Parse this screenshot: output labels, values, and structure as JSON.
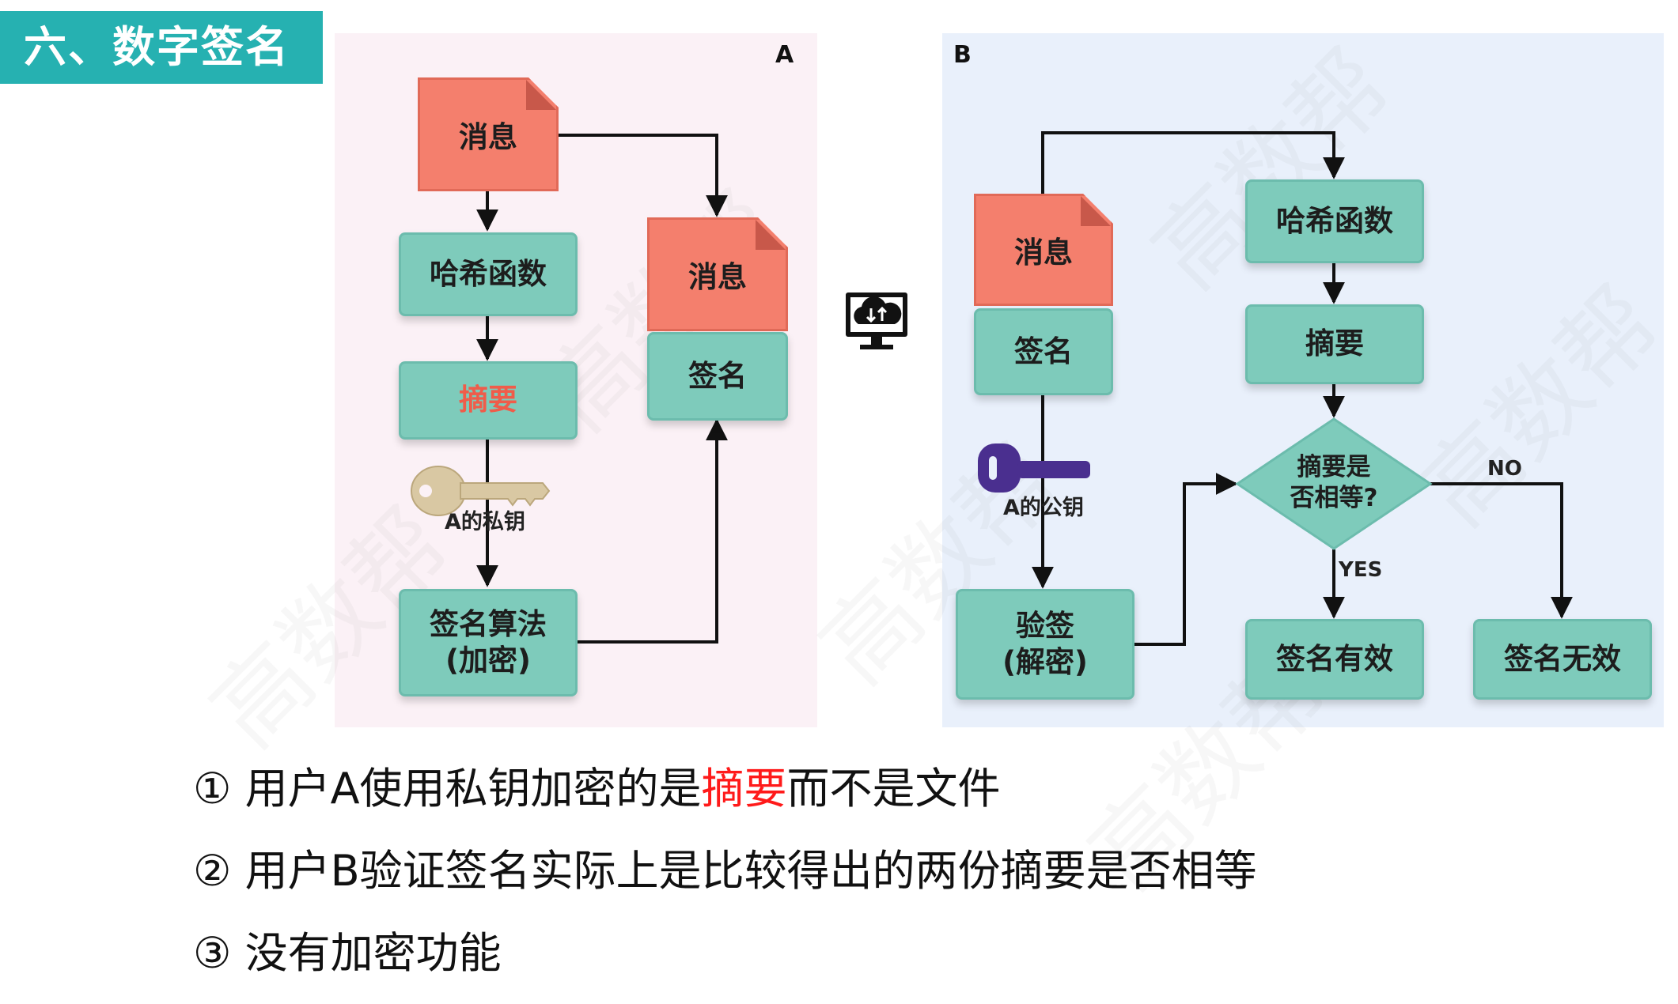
{
  "title": "六、数字签名",
  "panel_a": {
    "letter": "A",
    "message_top": "消息",
    "hash": "哈希函数",
    "digest": "摘要",
    "key_label": "A的私钥",
    "sign_algo_line1": "签名算法",
    "sign_algo_line2": "(加密)",
    "message_right": "消息",
    "signature": "签名"
  },
  "panel_b": {
    "letter": "B",
    "message": "消息",
    "signature": "签名",
    "key_label": "A的公钥",
    "verify_line1": "验签",
    "verify_line2": "(解密)",
    "hash": "哈希函数",
    "digest": "摘要",
    "decision_line1": "摘要是",
    "decision_line2": "否相等?",
    "yes": "YES",
    "no": "NO",
    "valid": "签名有效",
    "invalid": "签名无效"
  },
  "watermark": "高数帮",
  "bullets": [
    {
      "prefix": "① 用户A使用私钥加密的是",
      "highlight": "摘要",
      "suffix": "而不是文件"
    },
    {
      "prefix": "② 用户B验证签名实际上是比较得出的两份摘要是否相等",
      "highlight": "",
      "suffix": ""
    },
    {
      "prefix": "③ 没有加密功能",
      "highlight": "",
      "suffix": ""
    }
  ],
  "colors": {
    "title_bg": "#26b1b1",
    "box_teal": "#7ecbbb",
    "doc_salmon": "#f47f6d",
    "highlight_red": "#ff1a1a",
    "private_key": "#d9c8a3",
    "public_key": "#4a2f8f"
  },
  "icons": [
    "private-key-icon",
    "public-key-icon",
    "cloud-transfer-monitor-icon"
  ]
}
